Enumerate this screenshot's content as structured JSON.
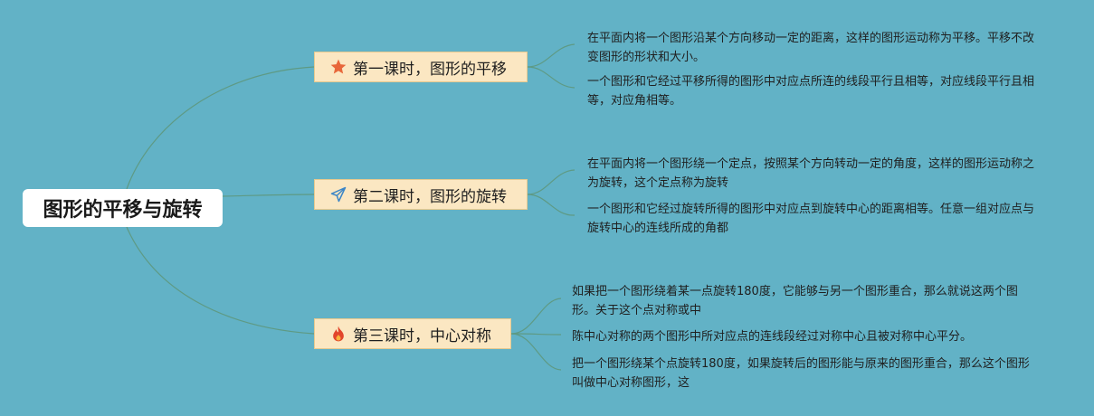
{
  "root": {
    "title": "图形的平移与旋转"
  },
  "colors": {
    "background": "#62b2c6",
    "branch_fill": "#fbe7c2",
    "line": "#5e9a84"
  },
  "branches": [
    {
      "label": "第一课时，图形的平移",
      "icon": "star-icon",
      "leaves": [
        "在平面内将一个图形沿某个方向移动一定的距离，这样的图形运动称为平移。平移不改变图形的形状和大小。",
        "一个图形和它经过平移所得的图形中对应点所连的线段平行且相等，对应线段平行且相等，对应角相等。"
      ]
    },
    {
      "label": "第二课时，图形的旋转",
      "icon": "paper-plane-icon",
      "leaves": [
        "在平面内将一个图形绕一个定点，按照某个方向转动一定的角度，这样的图形运动称之为旋转，这个定点称为旋转",
        "一个图形和它经过旋转所得的图形中对应点到旋转中心的距离相等。任意一组对应点与旋转中心的连线所成的角都"
      ]
    },
    {
      "label": "第三课时，中心对称",
      "icon": "flame-icon",
      "leaves": [
        "如果把一个图形绕着某一点旋转180度，它能够与另一个图形重合，那么就说这两个图形。关于这个点对称或中",
        "陈中心对称的两个图形中所对应点的连线段经过对称中心且被对称中心平分。",
        "把一个图形绕某个点旋转180度，如果旋转后的图形能与原来的图形重合，那么这个图形叫做中心对称图形，这"
      ]
    }
  ]
}
